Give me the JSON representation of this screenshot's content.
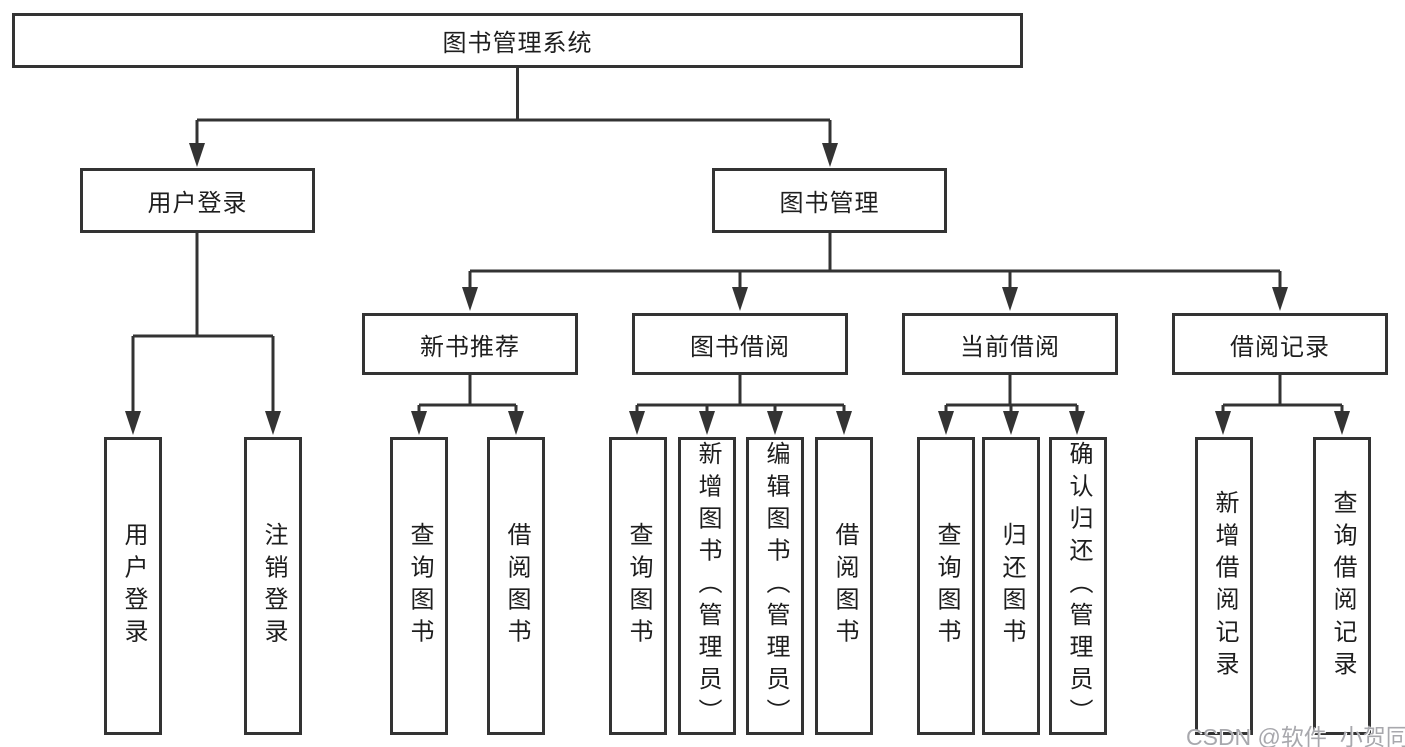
{
  "nodes": {
    "root": "图书管理系统",
    "user_login": "用户登录",
    "book_mgmt": "图书管理",
    "new_book_rec": "新书推荐",
    "book_borrow": "图书借阅",
    "current_borrow": "当前借阅",
    "borrow_records": "借阅记录",
    "ul_user_login": "用户登录",
    "ul_logout": "注销登录",
    "nbr_query_books": "查询图书",
    "nbr_borrow_books": "借阅图书",
    "bb_query_books": "查询图书",
    "bb_add_books": "新增图书（管理员）",
    "bb_edit_books": "编辑图书（管理员）",
    "bb_borrow_books": "借阅图书",
    "cb_query_books": "查询图书",
    "cb_return_books": "归还图书",
    "cb_confirm_return": "确认归还（管理员）",
    "br_add_record": "新增借阅记录",
    "br_query_record": "查询借阅记录"
  },
  "hierarchy": {
    "图书管理系统": [
      "用户登录",
      "图书管理"
    ],
    "用户登录": [
      "用户登录",
      "注销登录"
    ],
    "图书管理": [
      "新书推荐",
      "图书借阅",
      "当前借阅",
      "借阅记录"
    ],
    "新书推荐": [
      "查询图书",
      "借阅图书"
    ],
    "图书借阅": [
      "查询图书",
      "新增图书（管理员）",
      "编辑图书（管理员）",
      "借阅图书"
    ],
    "当前借阅": [
      "查询图书",
      "归还图书",
      "确认归还（管理员）"
    ],
    "借阅记录": [
      "新增借阅记录",
      "查询借阅记录"
    ]
  },
  "watermark": "CSDN @软件_小贺同学",
  "colors": {
    "line": "#333333",
    "text": "#1e1e1e",
    "box_fill": "#ffffff",
    "background": "#ffffff",
    "watermark": "#a8a8ad"
  }
}
